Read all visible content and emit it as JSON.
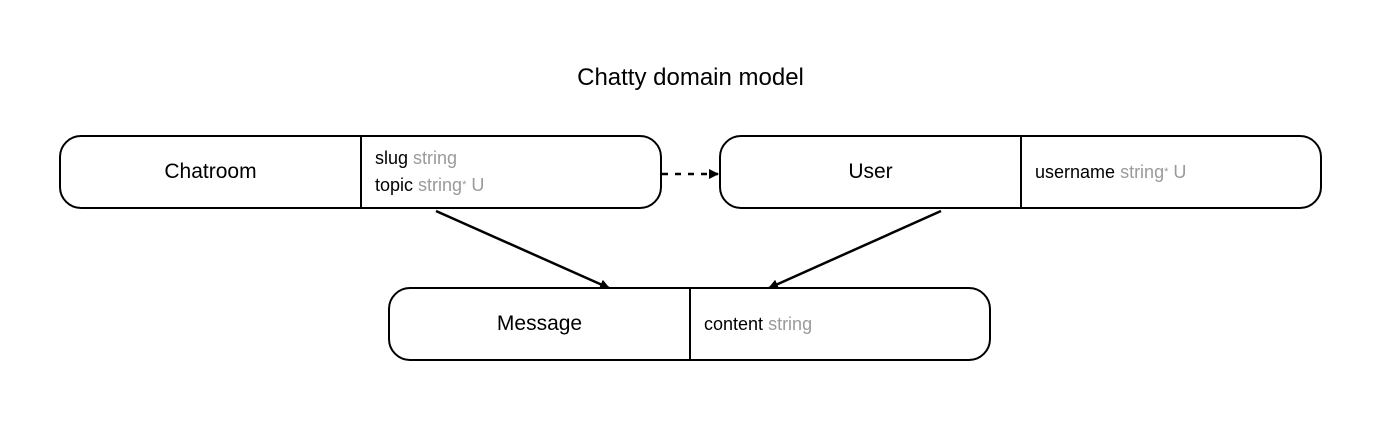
{
  "title": "Chatty domain model",
  "entities": {
    "chatroom": {
      "name": "Chatroom",
      "attributes": [
        {
          "name": "slug",
          "type": "string",
          "star": "",
          "mods": ""
        },
        {
          "name": "topic",
          "type": "string",
          "star": "*",
          "mods": "U"
        }
      ]
    },
    "user": {
      "name": "User",
      "attributes": [
        {
          "name": "username",
          "type": "string",
          "star": "*",
          "mods": "U"
        }
      ]
    },
    "message": {
      "name": "Message",
      "attributes": [
        {
          "name": "content",
          "type": "string",
          "star": "",
          "mods": ""
        }
      ]
    }
  },
  "relations": [
    {
      "from": "Chatroom",
      "to": "User",
      "style": "dashed"
    },
    {
      "from": "Chatroom",
      "to": "Message",
      "style": "solid"
    },
    {
      "from": "User",
      "to": "Message",
      "style": "solid"
    }
  ]
}
